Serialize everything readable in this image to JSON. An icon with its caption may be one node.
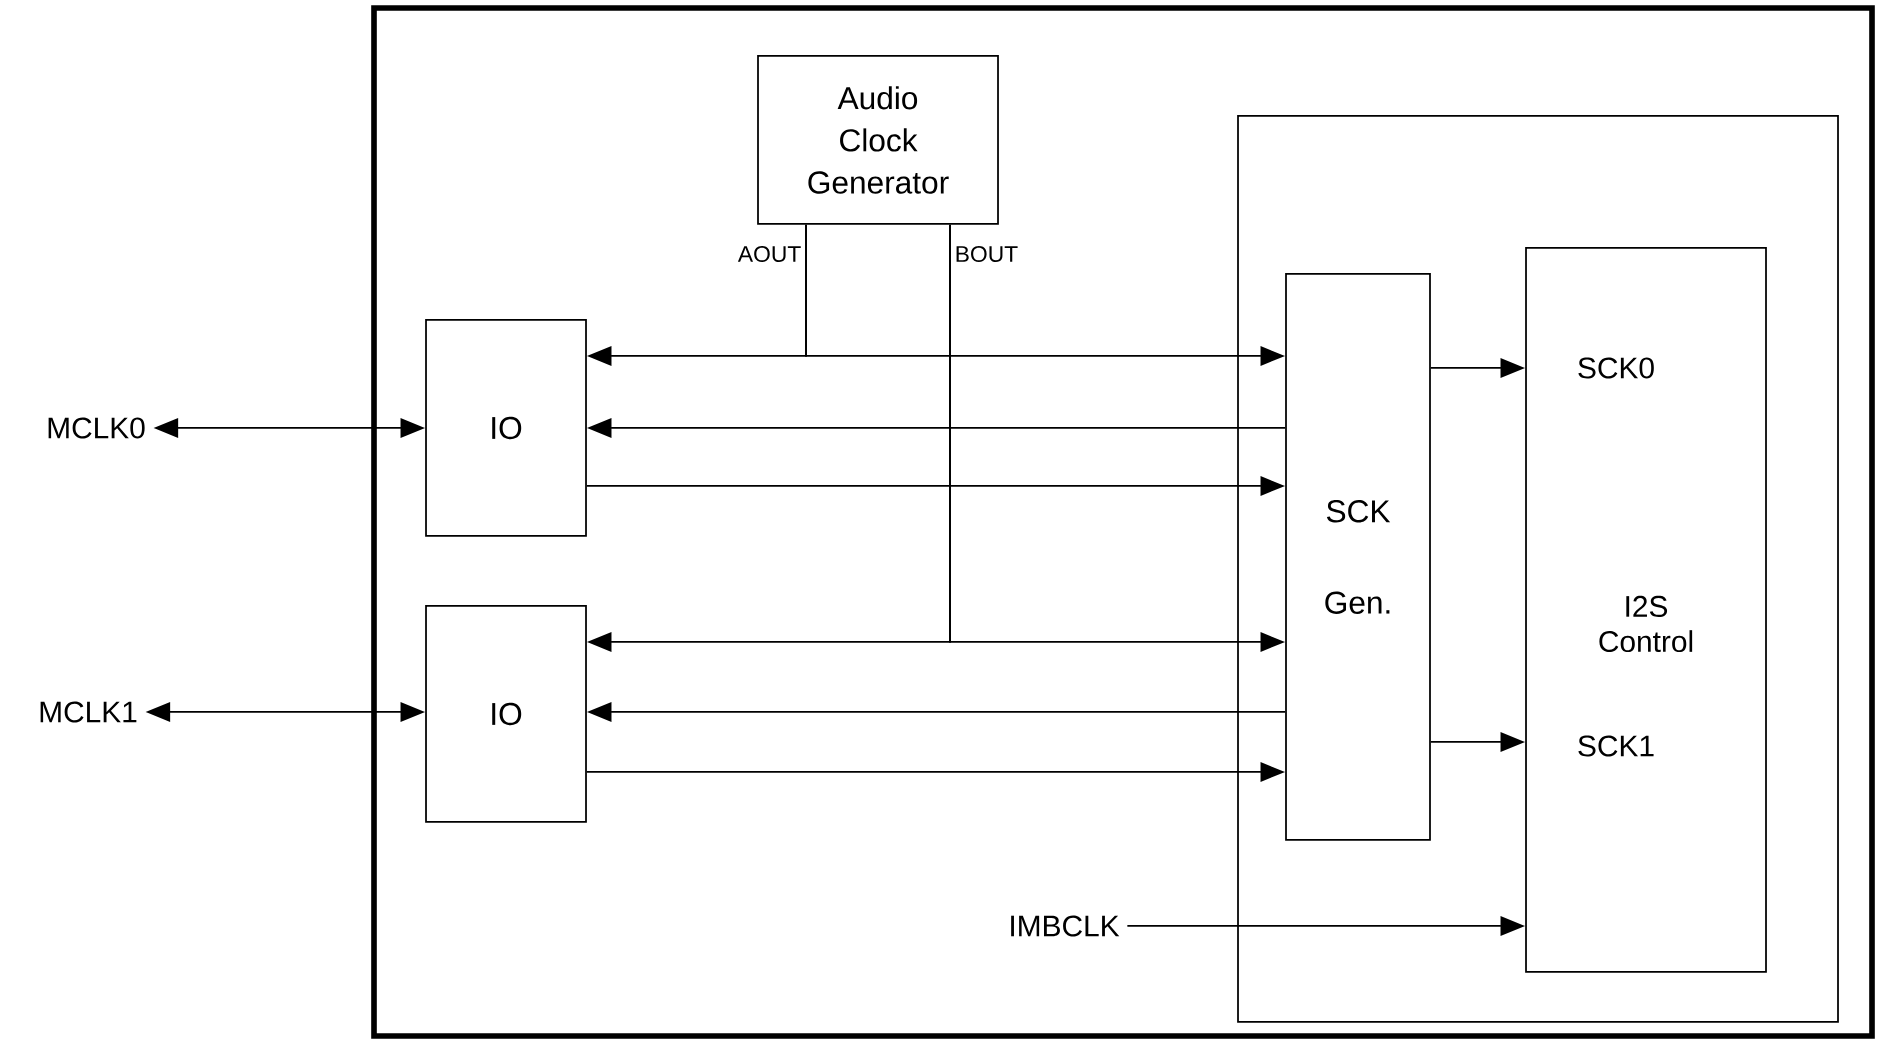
{
  "diagram": {
    "nodes": [
      {
        "text": [],
        "shape": "box"
      },
      {
        "text": [
          "Audio Clock Generator"
        ],
        "in": 0,
        "beside": [
          "AOUT",
          "BOUT"
        ]
      },
      {
        "text": [
          "IO"
        ],
        "in": 0
      },
      {
        "text": [
          "IO"
        ],
        "in": 0
      },
      {
        "text": [],
        "shape": "box",
        "in": 0
      },
      {
        "text": [
          "SCK Gen."
        ],
        "in": 4
      },
      {
        "text": [
          "SCK0",
          "I2S Control",
          "SCK1"
        ],
        "in": 4
      },
      {
        "text": [
          "MCLK0"
        ]
      },
      {
        "text": [
          "MCLK1"
        ]
      },
      {
        "text": [
          "IMBCLK"
        ],
        "in": 0
      }
    ],
    "edges": [
      {
        "from": 7,
        "to": 2,
        "arrow": "both"
      },
      {
        "from": 1,
        "to": 2,
        "arrow": "to"
      },
      {
        "from": 1,
        "to": 5,
        "arrow": "to"
      },
      {
        "from": 5,
        "to": 2,
        "arrow": "to"
      },
      {
        "from": 2,
        "to": 5,
        "arrow": "to"
      },
      {
        "from": 8,
        "to": 3,
        "arrow": "both"
      },
      {
        "from": 1,
        "to": 3,
        "arrow": "to"
      },
      {
        "from": 1,
        "to": 5,
        "arrow": "to"
      },
      {
        "from": 5,
        "to": 3,
        "arrow": "to"
      },
      {
        "from": 3,
        "to": 5,
        "arrow": "to"
      },
      {
        "from": 5,
        "to": 6,
        "arrow": "to"
      },
      {
        "from": 5,
        "to": 6,
        "arrow": "to"
      },
      {
        "from": 9,
        "to": 6,
        "arrow": "to"
      }
    ]
  }
}
